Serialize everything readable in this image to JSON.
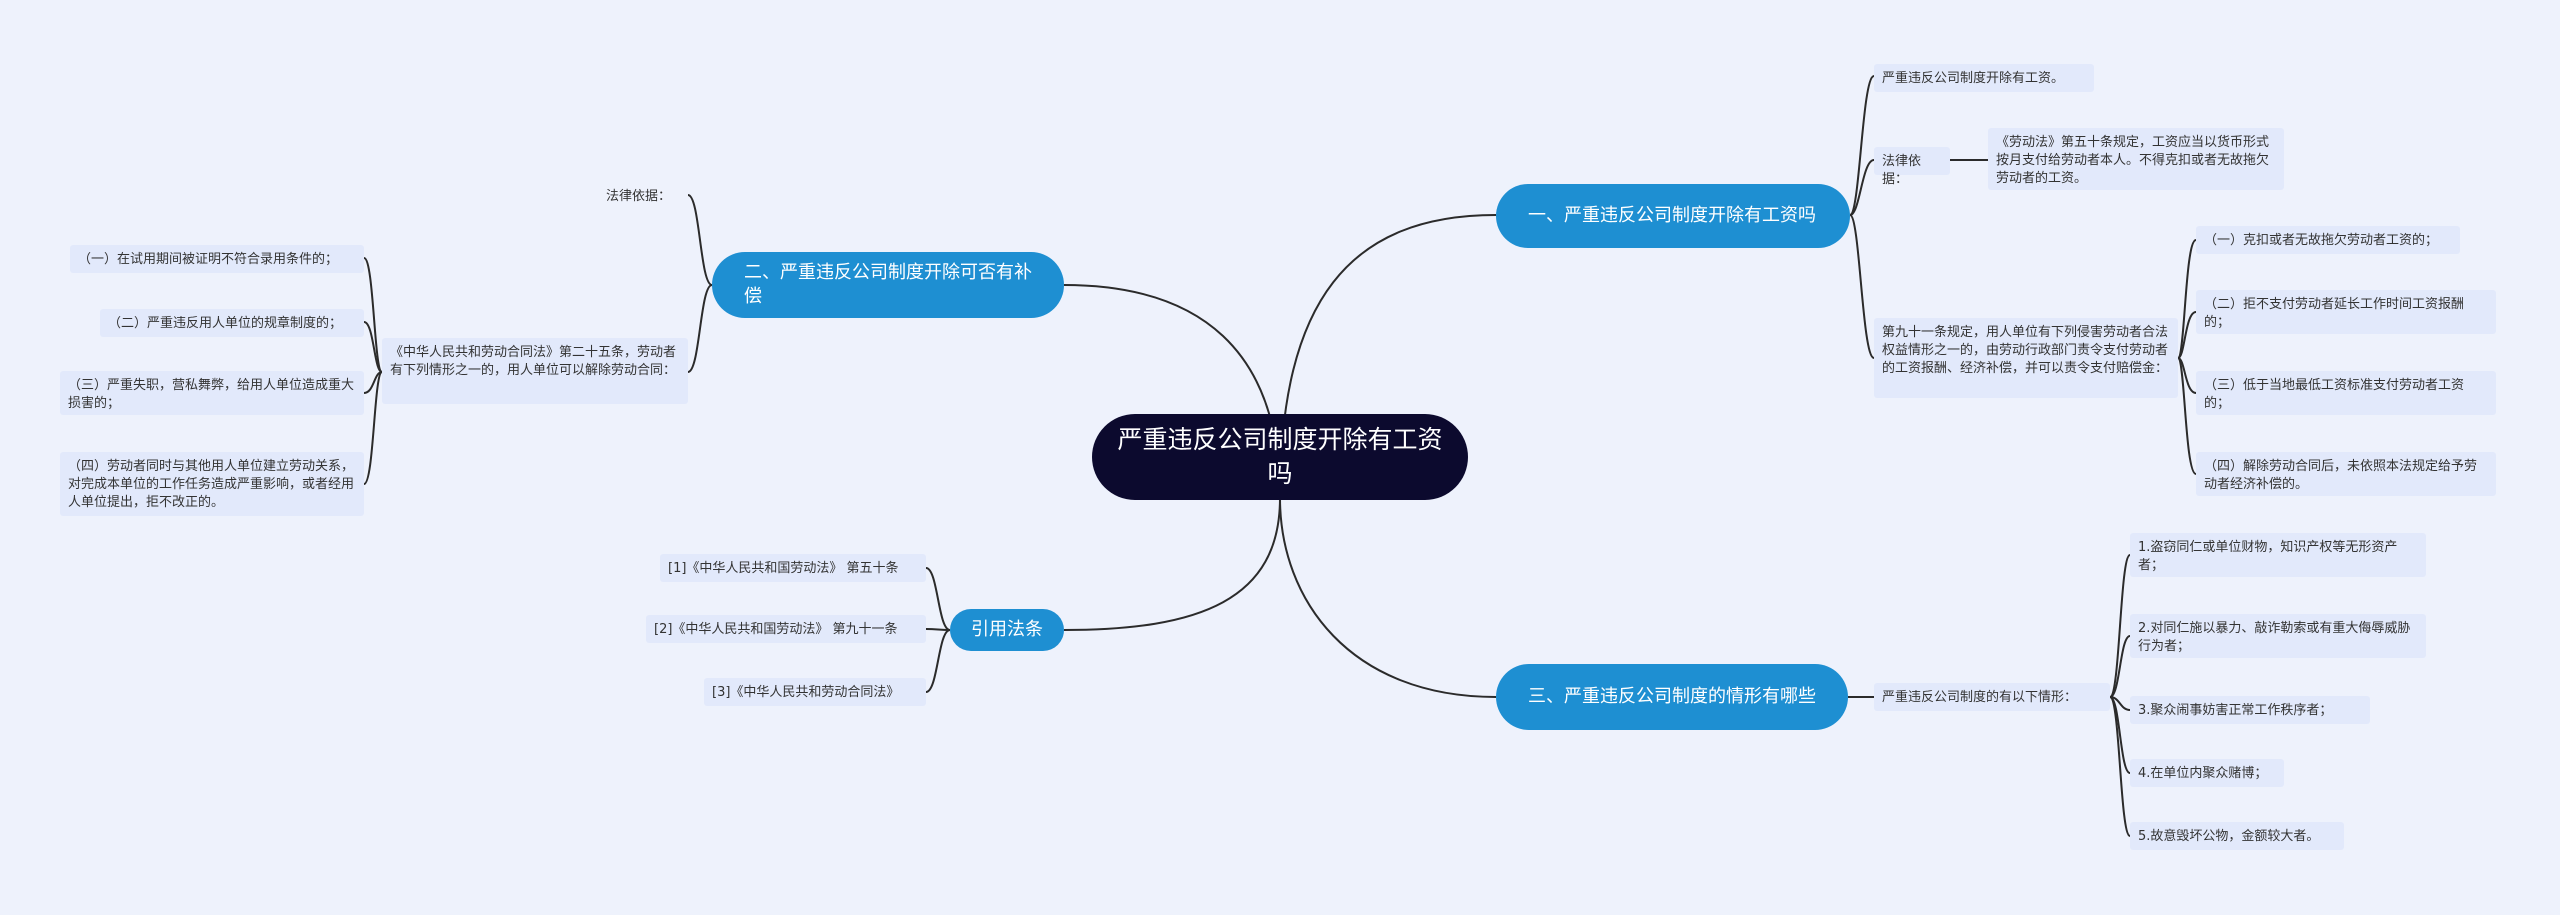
{
  "center": "严重违反公司制度开除有工资吗",
  "branch1": {
    "title": "一、严重违反公司制度开除有工资吗",
    "item1": "严重违反公司制度开除有工资。",
    "basis_label": "法律依据：",
    "basis_text": "《劳动法》第五十条规定，工资应当以货币形式按月支付给劳动者本人。不得克扣或者无故拖欠劳动者的工资。",
    "article91": "第九十一条规定，用人单位有下列侵害劳动者合法权益情形之一的，由劳动行政部门责令支付劳动者的工资报酬、经济补偿，并可以责令支付赔偿金：",
    "cases": [
      "（一）克扣或者无故拖欠劳动者工资的；",
      "（二）拒不支付劳动者延长工作时间工资报酬的；",
      "（三）低于当地最低工资标准支付劳动者工资的；",
      "（四）解除劳动合同后，未依照本法规定给予劳动者经济补偿的。"
    ]
  },
  "branch2": {
    "title": "二、严重违反公司制度开除可否有补偿",
    "basis_label": "法律依据：",
    "article25": "《中华人民共和劳动合同法》第二十五条，劳动者有下列情形之一的，用人单位可以解除劳动合同：",
    "cases": [
      "（一）在试用期间被证明不符合录用条件的；",
      "（二）严重违反用人单位的规章制度的；",
      "（三）严重失职，营私舞弊，给用人单位造成重大损害的；",
      "（四）劳动者同时与其他用人单位建立劳动关系，对完成本单位的工作任务造成严重影响，或者经用人单位提出，拒不改正的。"
    ]
  },
  "branch3": {
    "title": "三、严重违反公司制度的情形有哪些",
    "intro": "严重违反公司制度的有以下情形：",
    "cases": [
      "1.盗窃同仁或单位财物，知识产权等无形资产者；",
      "2.对同仁施以暴力、敲诈勒索或有重大侮辱威胁行为者；",
      "3.聚众闹事妨害正常工作秩序者；",
      "4.在单位内聚众赌博；",
      "5.故意毁坏公物，金额较大者。"
    ]
  },
  "branch4": {
    "title": "引用法条",
    "refs": [
      "[1]《中华人民共和国劳动法》 第五十条",
      "[2]《中华人民共和国劳动法》 第九十一条",
      "[3]《中华人民共和劳动合同法》"
    ]
  },
  "colors": {
    "background": "#eef2fc",
    "center": "#0c0a2e",
    "main": "#1e8fd2",
    "leaf": "#e2e9fb",
    "line": "#2b2b2b"
  }
}
